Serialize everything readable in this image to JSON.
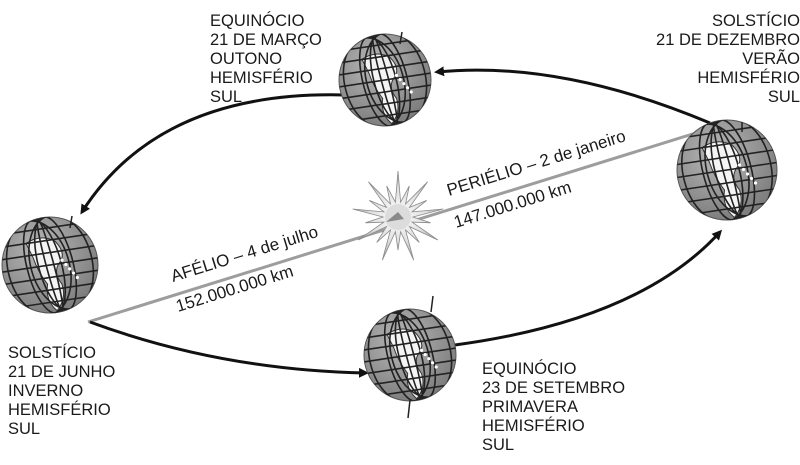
{
  "labels": {
    "march": [
      "EQUINÓCIO",
      "21 DE MARÇO",
      "OUTONO",
      "HEMISFÉRIO",
      "SUL"
    ],
    "december": [
      "SOLSTÍCIO",
      "21 DE DEZEMBRO",
      "VERÃO",
      "HEMISFÉRIO",
      "SUL"
    ],
    "june": [
      "SOLSTÍCIO",
      "21 DE JUNHO",
      "INVERNO",
      "HEMISFÉRIO",
      "SUL"
    ],
    "september": [
      "EQUINÓCIO",
      "23 DE SETEMBRO",
      "PRIMAVERA",
      "HEMISFÉRIO",
      "SUL"
    ]
  },
  "aphelion": {
    "label": "AFÉLIO – 4 de julho",
    "distance": "152.000.000 km"
  },
  "perihelion": {
    "label": "PERIÉLIO – 2 de janeiro",
    "distance": "147.000.000 km"
  },
  "colors": {
    "globe": "#9a9a9a",
    "globe_dark": "#6e6e6e",
    "land": "#f4f4f4",
    "axis_line": "#9d9d9d",
    "orbit": "#111111",
    "sun": "#cfcfcf"
  }
}
